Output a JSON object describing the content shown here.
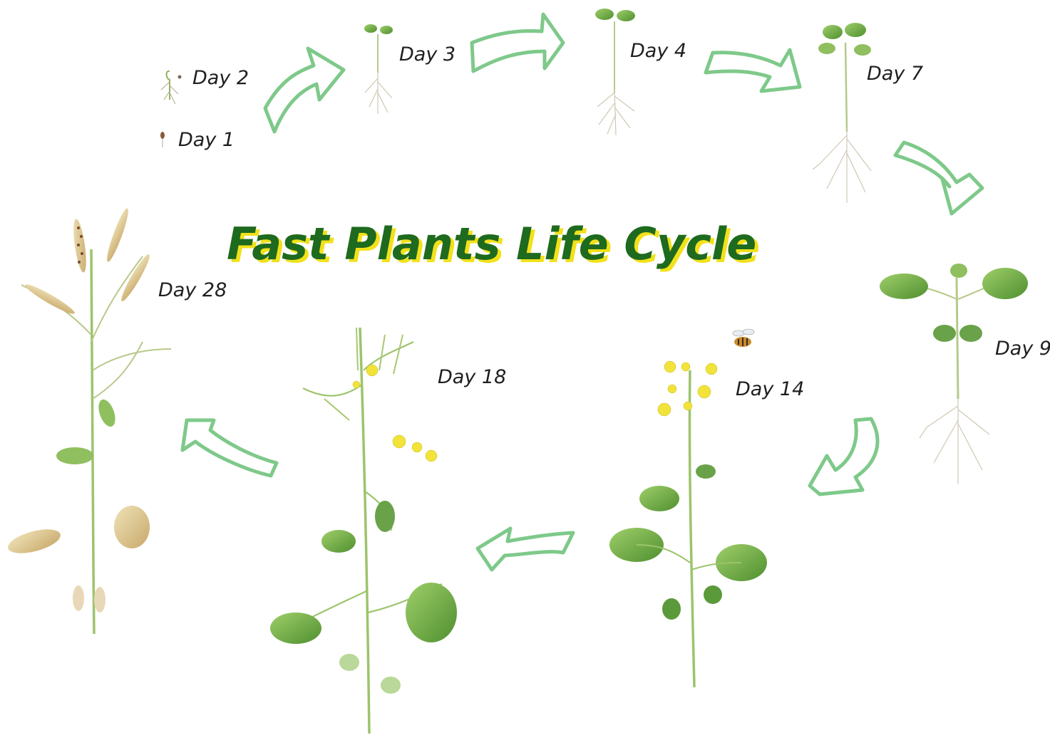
{
  "title": "Fast Plants Life Cycle",
  "title_color": "#1e6a1e",
  "title_shadow": "#f2e11a",
  "arrow_color": "#7ec98a",
  "stages": [
    {
      "id": "day-1",
      "label": "Day 1"
    },
    {
      "id": "day-2",
      "label": "Day 2"
    },
    {
      "id": "day-3",
      "label": "Day 3"
    },
    {
      "id": "day-4",
      "label": "Day 4"
    },
    {
      "id": "day-7",
      "label": "Day 7"
    },
    {
      "id": "day-9",
      "label": "Day 9"
    },
    {
      "id": "day-14",
      "label": "Day 14"
    },
    {
      "id": "day-18",
      "label": "Day 18"
    },
    {
      "id": "day-28",
      "label": "Day 28"
    }
  ]
}
